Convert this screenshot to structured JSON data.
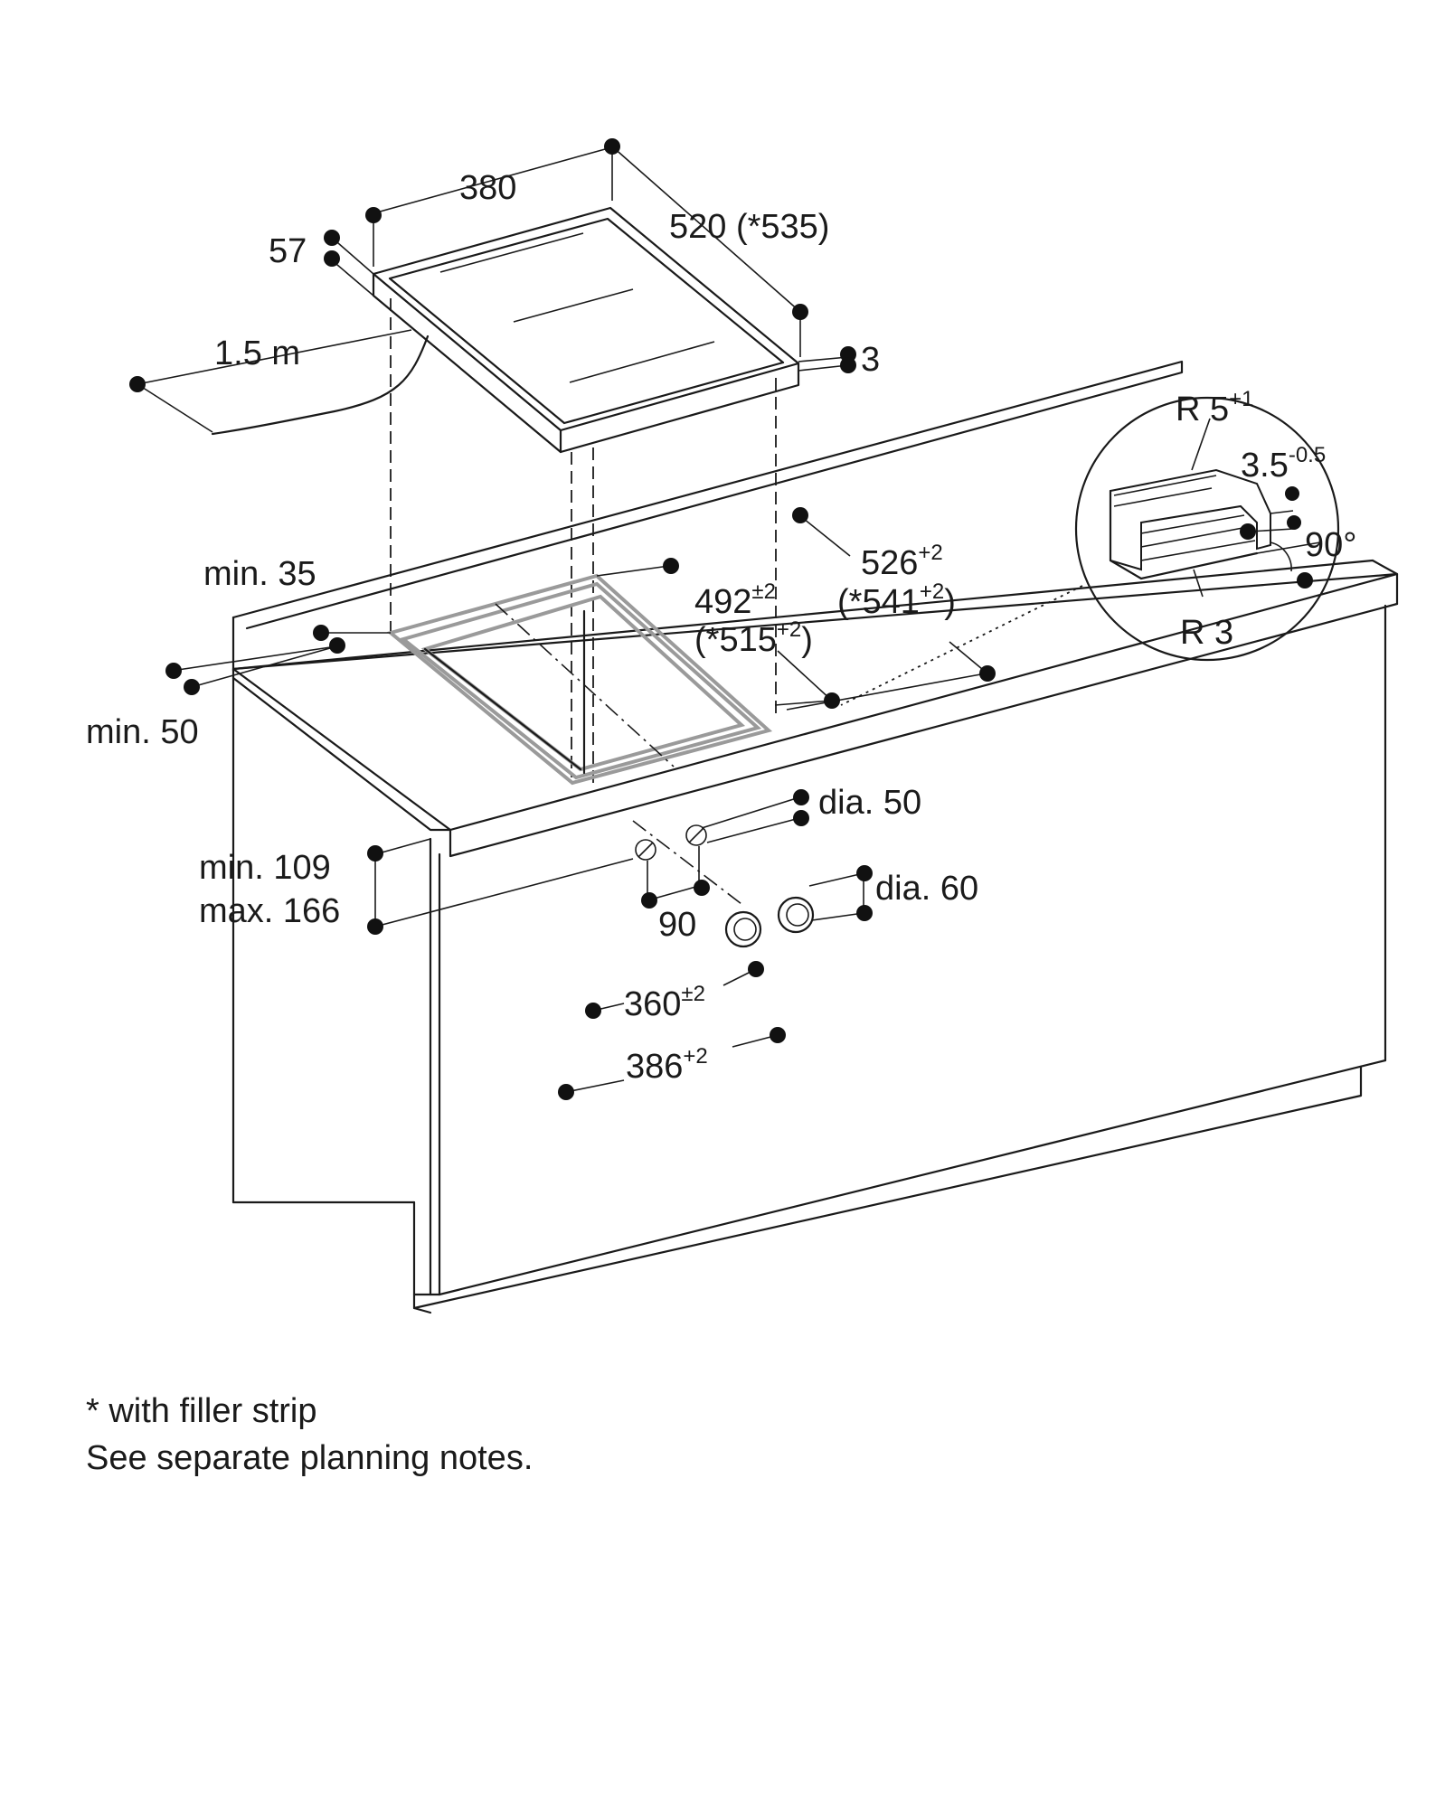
{
  "dimensions": {
    "hob_width": "380",
    "hob_depth": "520 (*535)",
    "hob_height": "57",
    "glass_offset": "3",
    "cable_length": "1.5 m",
    "rear_min": "min. 35",
    "front_min": "min. 50",
    "cutout_depth_main": "492",
    "cutout_depth_main_tol": "±2",
    "cutout_depth_filler": "(*515",
    "cutout_depth_filler_tol": "+2",
    "cutout_depth_filler_close": ")",
    "depth_outer": "526",
    "depth_outer_tol": "+2",
    "depth_outer_filler": "(*541",
    "depth_outer_filler_tol": "+2",
    "depth_outer_filler_close": ")",
    "worktop_min": "min. 109",
    "worktop_max": "max. 166",
    "knob_hole": "dia. 50",
    "knob_dia": "dia. 60",
    "knob_spacing": "90",
    "cutout_width_inner": "360",
    "cutout_width_inner_tol": "±2",
    "cutout_width_outer": "386",
    "cutout_width_outer_tol": "+2"
  },
  "detail": {
    "radius_top": "R 5",
    "radius_top_tol": "+1",
    "step_depth": "3.5",
    "step_depth_tol": "-0.5",
    "angle": "90°",
    "radius_bottom": "R 3"
  },
  "notes": {
    "filler_note": "* with filler strip",
    "planning_note": "See separate planning notes."
  }
}
